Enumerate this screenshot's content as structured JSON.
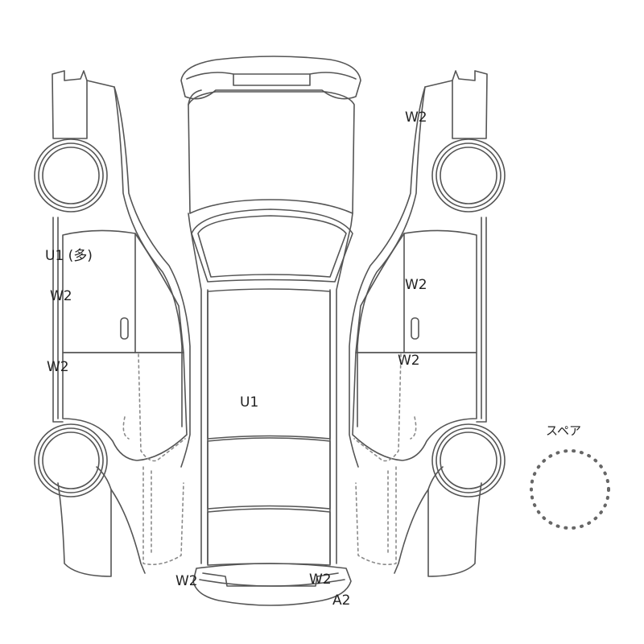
{
  "colors": {
    "line": "#555555",
    "line_light": "#8a8a8a",
    "label": "#222222",
    "spare": "#666666"
  },
  "spare": {
    "label": "スペア"
  },
  "marks": {
    "roof": "U1",
    "left_front_door": "U1 (多)",
    "left_front_door_lower": "W2",
    "left_rear_door": "W2",
    "right_front_fender": "W2",
    "right_front_door": "W2",
    "right_rear_door": "W2",
    "rear_bumper_left": "W2",
    "rear_bumper_right": "W2",
    "rear_bumper_bottom": "A2"
  }
}
